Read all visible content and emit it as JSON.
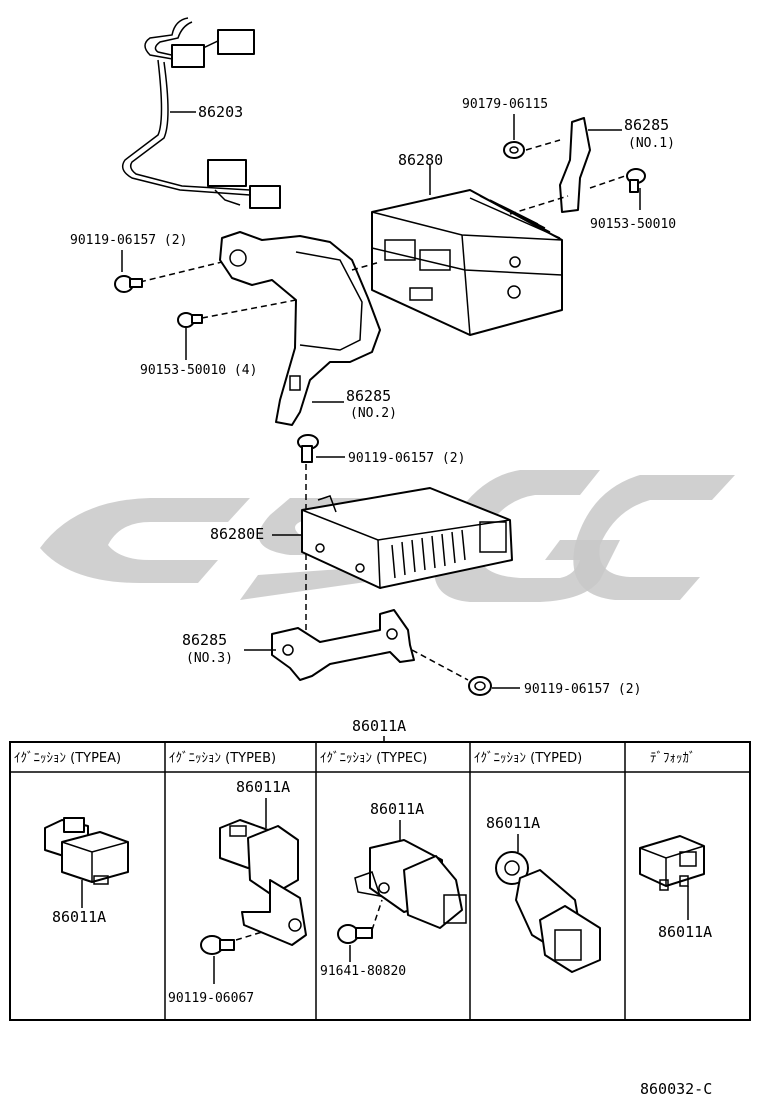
{
  "watermark_color": "#c8c8c8",
  "upper": {
    "callouts": {
      "harness": "86203",
      "screw_top": "90179-06115",
      "bracket_no1": "86285",
      "bracket_no1_sub": "(NO.1)",
      "amp": "86280",
      "bolt_right": "90153-50010",
      "bolt_left_top": "90119-06157 (2)",
      "bolt_left_mid": "90153-50010 (4)",
      "bracket_no2": "86285",
      "bracket_no2_sub": "(NO.2)",
      "bolt_center": "90119-06157 (2)",
      "module_e": "86280E",
      "bracket_no3": "86285",
      "bracket_no3_sub": "(NO.3)",
      "bolt_bottom": "90119-06157 (2)"
    }
  },
  "table": {
    "title": "86011A",
    "headers": [
      "ｲｸﾞﾆｯｼｮﾝ (TYPEA)",
      "ｲｸﾞﾆｯｼｮﾝ (TYPEB)",
      "ｲｸﾞﾆｯｼｮﾝ (TYPEC)",
      "ｲｸﾞﾆｯｼｮﾝ (TYPED)",
      "ﾃﾞﾌｫｯｶﾞ"
    ],
    "cells": {
      "a_part": "86011A",
      "b_part": "86011A",
      "b_bolt": "90119-06067",
      "c_part": "86011A",
      "c_bolt": "91641-80820",
      "d_part": "86011A",
      "e_part": "86011A"
    }
  },
  "footer_code": "860032-C"
}
